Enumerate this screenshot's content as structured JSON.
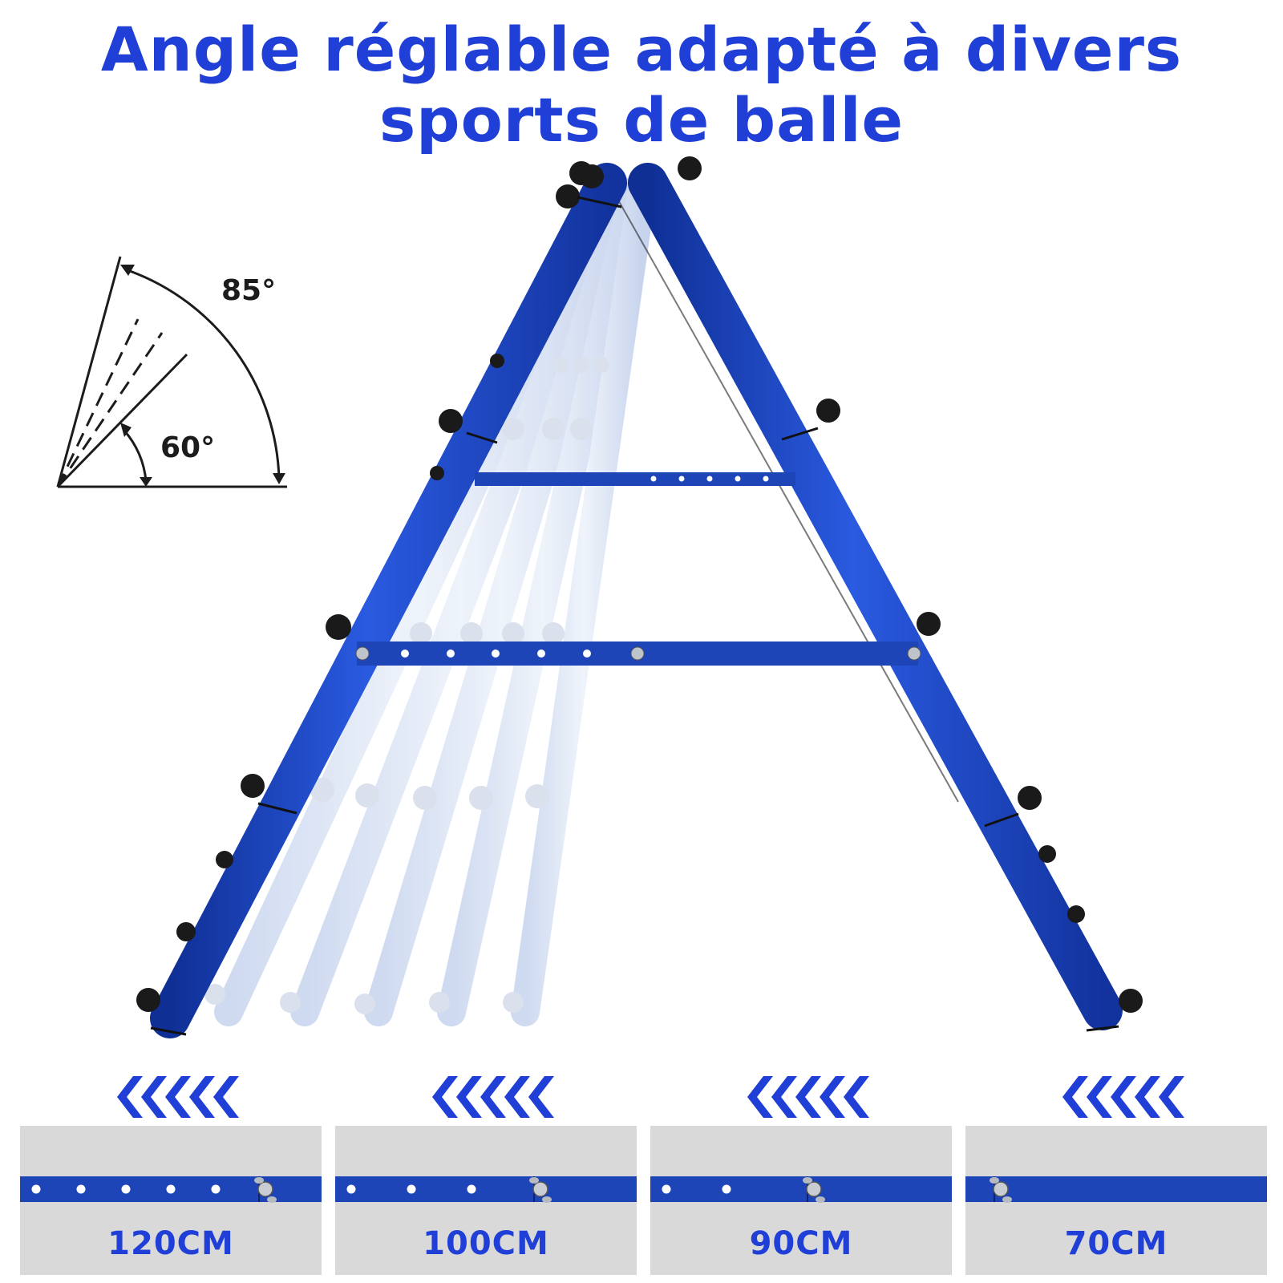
{
  "title": {
    "line1": "Angle réglable adapté à divers",
    "line2": "sports de balle"
  },
  "angle_diagram": {
    "max_angle": "85°",
    "min_angle": "60°"
  },
  "colors": {
    "brand_blue": "#1f3fd6",
    "frame_blue": "#1d45b8",
    "panel_gray": "#d9d9d9"
  },
  "bar_options": [
    {
      "label": "120CM",
      "holes": 5
    },
    {
      "label": "100CM",
      "holes": 3
    },
    {
      "label": "90CM",
      "holes": 2
    },
    {
      "label": "70CM",
      "holes": 0
    }
  ],
  "icons": {
    "arrows": "chevron-left-icon",
    "bolt": "wing-nut-icon"
  }
}
